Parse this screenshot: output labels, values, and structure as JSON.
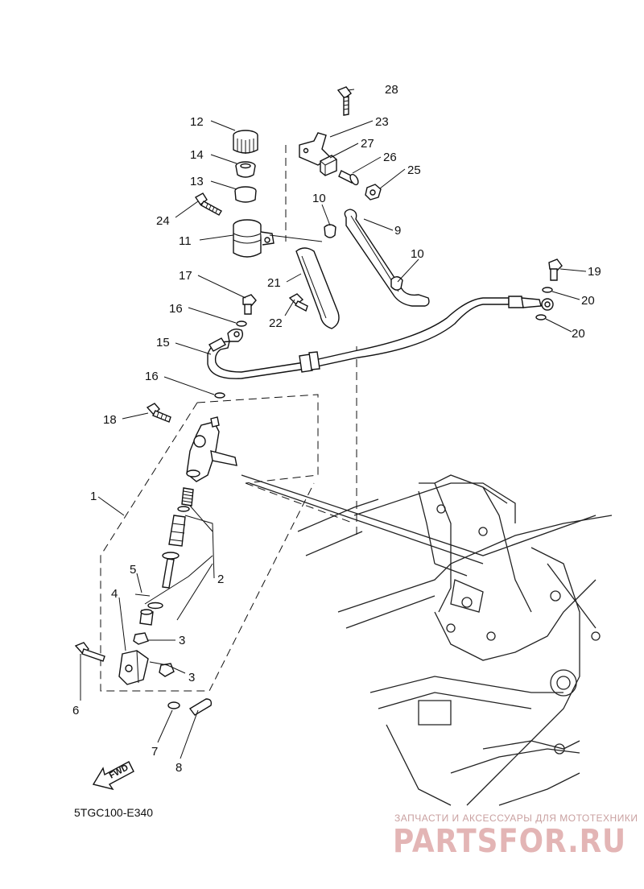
{
  "diagram": {
    "callouts": [
      {
        "id": "c28",
        "text": "28"
      },
      {
        "id": "c23",
        "text": "23"
      },
      {
        "id": "c12",
        "text": "12"
      },
      {
        "id": "c27",
        "text": "27"
      },
      {
        "id": "c14",
        "text": "14"
      },
      {
        "id": "c26",
        "text": "26"
      },
      {
        "id": "c25",
        "text": "25"
      },
      {
        "id": "c13",
        "text": "13"
      },
      {
        "id": "c10a",
        "text": "10"
      },
      {
        "id": "c24",
        "text": "24"
      },
      {
        "id": "c9",
        "text": "9"
      },
      {
        "id": "c11",
        "text": "11"
      },
      {
        "id": "c10b",
        "text": "10"
      },
      {
        "id": "c19",
        "text": "19"
      },
      {
        "id": "c17",
        "text": "17"
      },
      {
        "id": "c21",
        "text": "21"
      },
      {
        "id": "c20a",
        "text": "20"
      },
      {
        "id": "c16a",
        "text": "16"
      },
      {
        "id": "c22",
        "text": "22"
      },
      {
        "id": "c20b",
        "text": "20"
      },
      {
        "id": "c15",
        "text": "15"
      },
      {
        "id": "c16b",
        "text": "16"
      },
      {
        "id": "c18",
        "text": "18"
      },
      {
        "id": "c1",
        "text": "1"
      },
      {
        "id": "c2",
        "text": "2"
      },
      {
        "id": "c5",
        "text": "5"
      },
      {
        "id": "c4",
        "text": "4"
      },
      {
        "id": "c3a",
        "text": "3"
      },
      {
        "id": "c3b",
        "text": "3"
      },
      {
        "id": "c6",
        "text": "6"
      },
      {
        "id": "c7",
        "text": "7"
      },
      {
        "id": "c8",
        "text": "8"
      }
    ],
    "fwd_label": "FWD",
    "figure_code": "5TGC100-E340"
  },
  "watermark": {
    "tagline": "ЗАПЧАСТИ И АКСЕССУАРЫ ДЛЯ МОТОТЕХНИКИ",
    "brand": "PARTSFOR.RU",
    "color": "#e3b5b5"
  }
}
